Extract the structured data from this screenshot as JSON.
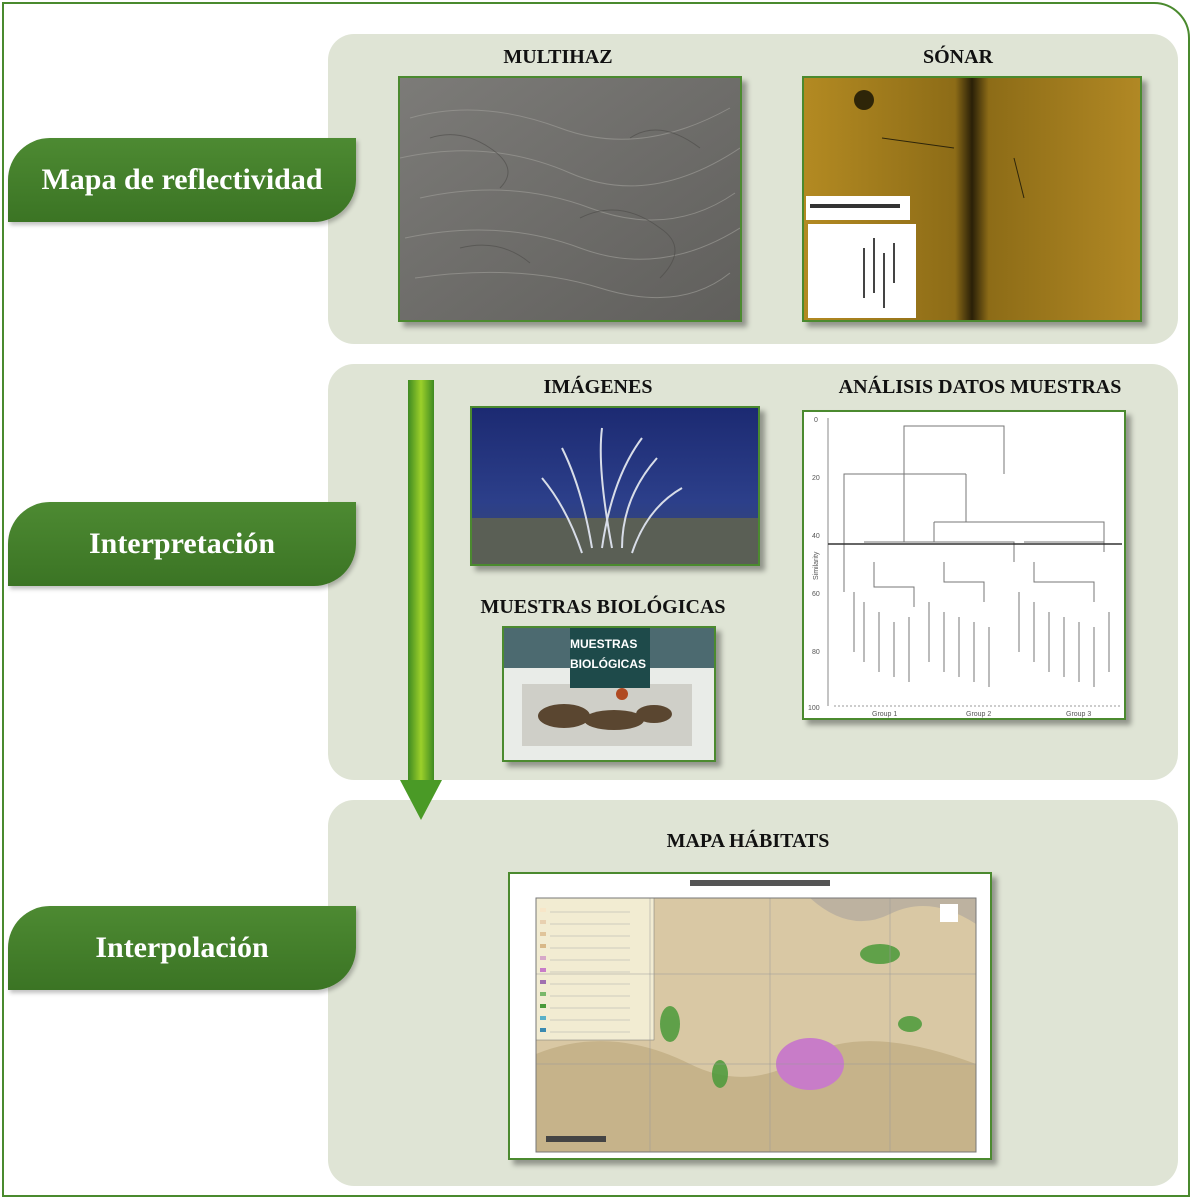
{
  "steps": [
    {
      "label": "Mapa de reflectividad"
    },
    {
      "label": "Interpretación"
    },
    {
      "label": "Interpolación"
    }
  ],
  "panels": {
    "reflectivity": {
      "multihaz_title": "MULTIHAZ",
      "sonar_title": "SÓNAR"
    },
    "interpretation": {
      "images_title": "IMÁGENES",
      "analysis_title": "ANÁLISIS DATOS MUESTRAS",
      "samples_title": "MUESTRAS BIOLÓGICAS",
      "samples_overlay_line1": "MUESTRAS",
      "samples_overlay_line2": "BIOLÓGICAS"
    },
    "interpolation": {
      "map_title": "MAPA HÁBITATS"
    }
  },
  "dendrogram": {
    "y_ticks": [
      "0",
      "20",
      "40",
      "60",
      "80",
      "100"
    ],
    "y_label": "Similarity",
    "groups": [
      "Group 1",
      "Group 2",
      "Group 3"
    ]
  },
  "colors": {
    "green_dark": "#3b7424",
    "panel_bg": "#dfe4d5",
    "arrow_light": "#9cd02a",
    "arrow_dark": "#3e8a22"
  }
}
